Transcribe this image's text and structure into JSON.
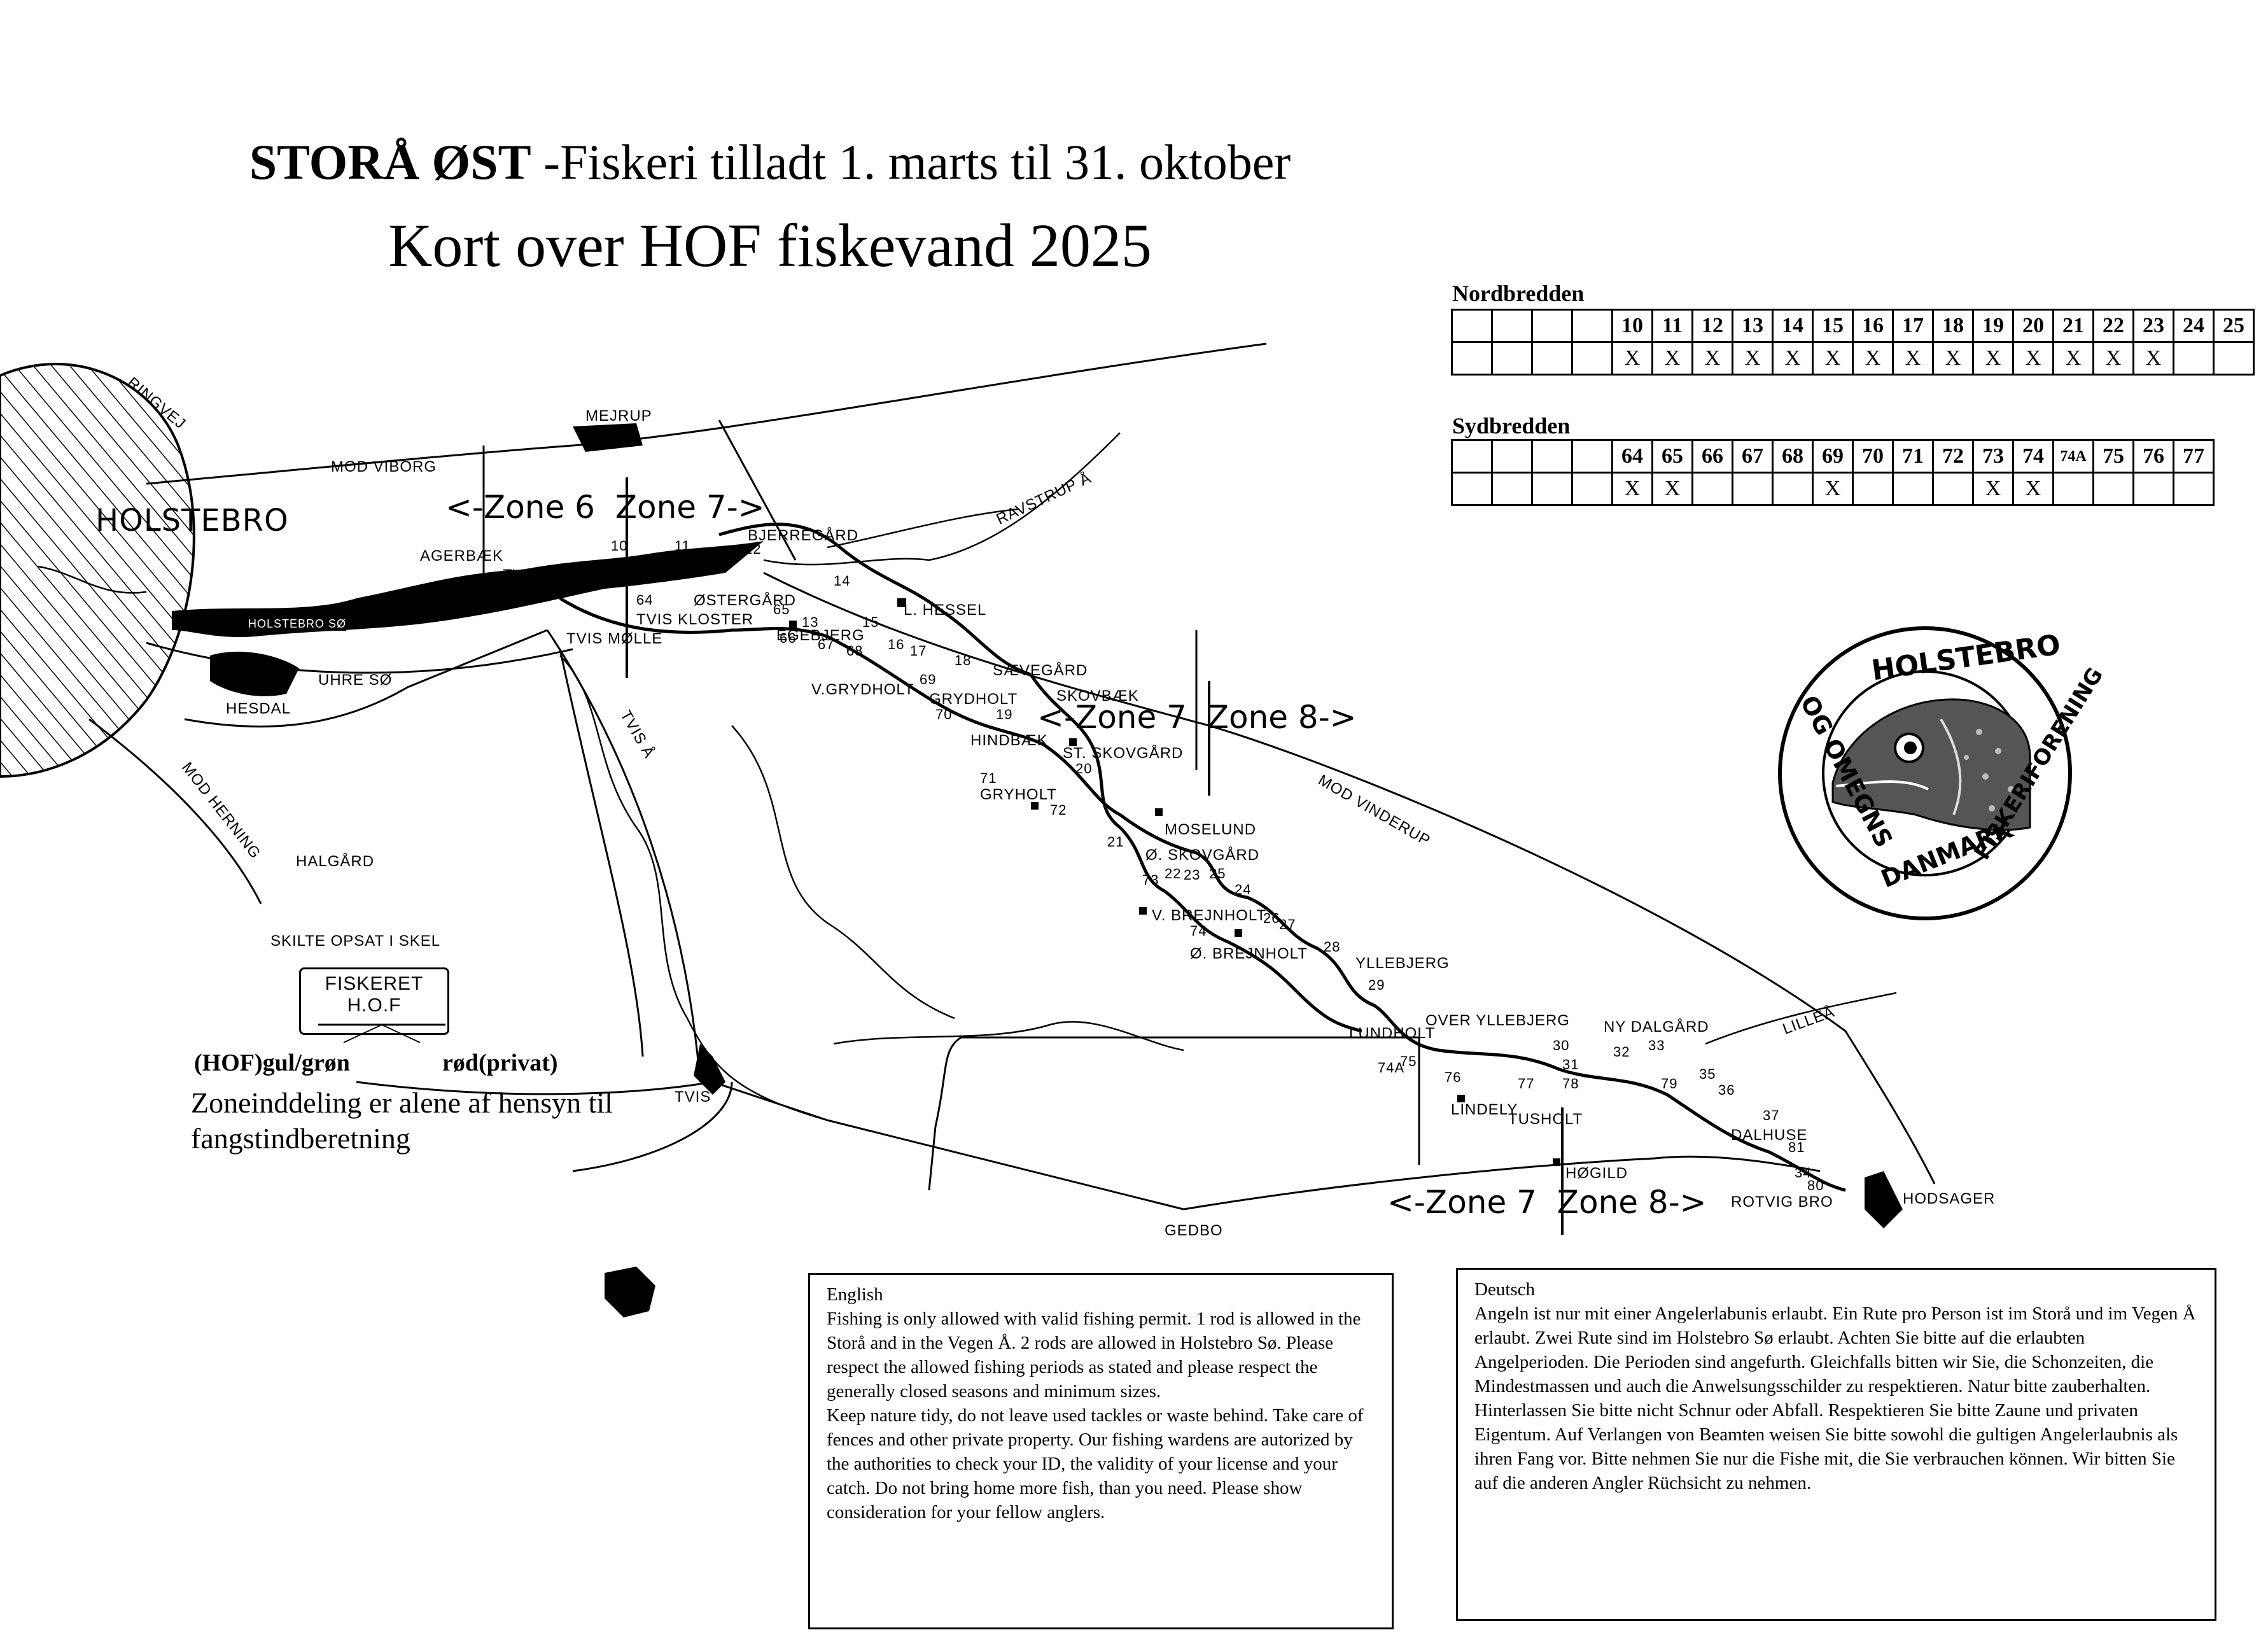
{
  "title": {
    "bold": "STORÅ ØST",
    "rest": " -Fiskeri tilladt 1. marts til 31. oktober",
    "subtitle": "Kort over HOF fiskevand 2025"
  },
  "nordbredden": {
    "label": "Nordbredden",
    "numbers": [
      "",
      "",
      "",
      "",
      "10",
      "11",
      "12",
      "13",
      "14",
      "15",
      "16",
      "17",
      "18",
      "19",
      "20",
      "21",
      "22",
      "23",
      "24",
      "25"
    ],
    "marks": [
      "",
      "",
      "",
      "",
      "X",
      "X",
      "X",
      "X",
      "X",
      "X",
      "X",
      "X",
      "X",
      "X",
      "X",
      "X",
      "X",
      "X",
      "",
      ""
    ]
  },
  "sydbredden": {
    "label": "Sydbredden",
    "numbers": [
      "",
      "",
      "",
      "",
      "64",
      "65",
      "66",
      "67",
      "68",
      "69",
      "70",
      "71",
      "72",
      "73",
      "74",
      "74A",
      "75",
      "76",
      "77"
    ],
    "marks": [
      "",
      "",
      "",
      "",
      "X",
      "X",
      "",
      "",
      "",
      "X",
      "",
      "",
      "",
      "X",
      "X",
      "",
      "",
      "",
      ""
    ]
  },
  "places": {
    "holstebro": "HOLSTEBRO",
    "mejrup": "MEJRUP",
    "mod_viborg": "MOD VIBORG",
    "ringvej": "RINGVEJ",
    "agerbaek": "AGERBÆK",
    "tvis_bro": "TVIS BRO",
    "holstebro_so": "HOLSTEBRO SØ",
    "tvis_molle": "TVIS MØLLE",
    "tvis_kloster": "TVIS KLOSTER",
    "uhre_so": "UHRE SØ",
    "hesdal": "HESDAL",
    "mod_herning": "MOD HERNING",
    "halgaard": "HALGÅRD",
    "tvis_aa": "TVIS Å",
    "tvis": "TVIS",
    "gedbo": "GEDBO",
    "bjerregaard": "BJERREGÅRD",
    "ostergaard": "ØSTERGÅRD",
    "egebjerg": "EGEBJERG",
    "l_hessel": "L. HESSEL",
    "ravstrup_aa": "RAVSTRUP Å",
    "savegaard": "SÆVEGÅRD",
    "skovbaek": "SKOVBÆK",
    "v_grydholt": "V.GRYDHOLT",
    "grydholt": "GRYDHOLT",
    "hindbaek": "HINDBÆK",
    "st_skovgaard": "ST. SKOVGÅRD",
    "gryholt": "GRYHOLT",
    "moselund": "MOSELUND",
    "o_skovgaard": "Ø. SKOVGÅRD",
    "v_brejnholt": "V. BREJNHOLT",
    "o_brejnholt": "Ø. BREJNHOLT",
    "yllebjerg": "YLLEBJERG",
    "mod_vinderup": "MOD VINDERUP",
    "lundholt": "LUNDHOLT",
    "over_yllebjerg": "OVER YLLEBJERG",
    "ny_dalgaard": "NY DALGÅRD",
    "lindely": "LINDELY",
    "tusholt": "TUSHOLT",
    "hogild": "HØGILD",
    "rotvig_bro": "ROTVIG BRO",
    "hodsager": "HODSAGER",
    "lilleaa": "LILLEÅ",
    "dalhuse": "DALHUSE"
  },
  "zones": {
    "z1": "<-Zone 6  Zone 7->",
    "z2": "<-Zone 7  Zone 8->",
    "z3": "<-Zone 7  Zone 8->"
  },
  "river_numbers": [
    "10",
    "11",
    "12",
    "13",
    "14",
    "15",
    "16",
    "17",
    "18",
    "19",
    "20",
    "21",
    "22",
    "23",
    "24",
    "25",
    "26",
    "27",
    "28",
    "29",
    "30",
    "31",
    "32",
    "33",
    "34",
    "35",
    "36",
    "37",
    "64",
    "65",
    "66",
    "67",
    "68",
    "69",
    "70",
    "71",
    "72",
    "73",
    "74",
    "74A",
    "75",
    "76",
    "77",
    "78",
    "79",
    "80",
    "81"
  ],
  "sign": {
    "header": "SKILTE OPSAT I SKEL",
    "line1": "FISKERET",
    "line2": "H.O.F",
    "left_label": "(HOF)gul/grøn",
    "right_label": "rød(privat)",
    "note": "Zoneinddeling er alene af hensyn til fangstindberetning"
  },
  "logo": {
    "top": "HOLSTEBRO",
    "left": "OG OMEGNS",
    "right": "FISKERIFORENING",
    "bottom": "DANMARK"
  },
  "english": {
    "heading": "English",
    "body": "Fishing is only allowed with valid fishing permit. 1 rod is allowed in the Storå and in the Vegen Å. 2 rods are allowed in Holstebro Sø. Please respect the allowed fishing periods as stated and please respect the generally closed seasons and minimum sizes.\nKeep nature tidy, do not leave used tackles or waste behind. Take care of fences and other private property. Our fishing wardens are autorized by the authorities to check your ID, the validity of your license and your catch. Do not bring home more fish, than you need. Please show consideration for your fellow anglers."
  },
  "deutsch": {
    "heading": "Deutsch",
    "body": "Angeln ist nur mit einer Angelerlabunis erlaubt. Ein Rute pro Person ist im Storå und im Vegen Å erlaubt. Zwei Rute sind im Holstebro Sø erlaubt. Achten Sie bitte auf die erlaubten Angelperioden. Die Perioden sind angefurth. Gleichfalls bitten wir Sie, die Schonzeiten, die Mindestmassen und auch die Anwelsungsschilder zu respektieren. Natur bitte zauberhalten. Hinterlassen Sie bitte nicht Schnur oder Abfall. Respektieren Sie bitte Zaune und privaten Eigentum. Auf Verlangen von Beamten weisen Sie bitte sowohl die gultigen Angelerlaubnis als ihren Fang vor. Bitte nehmen Sie nur die Fishe mit, die Sie verbrauchen können. Wir bitten Sie auf die anderen Angler Rüchsicht zu nehmen."
  }
}
